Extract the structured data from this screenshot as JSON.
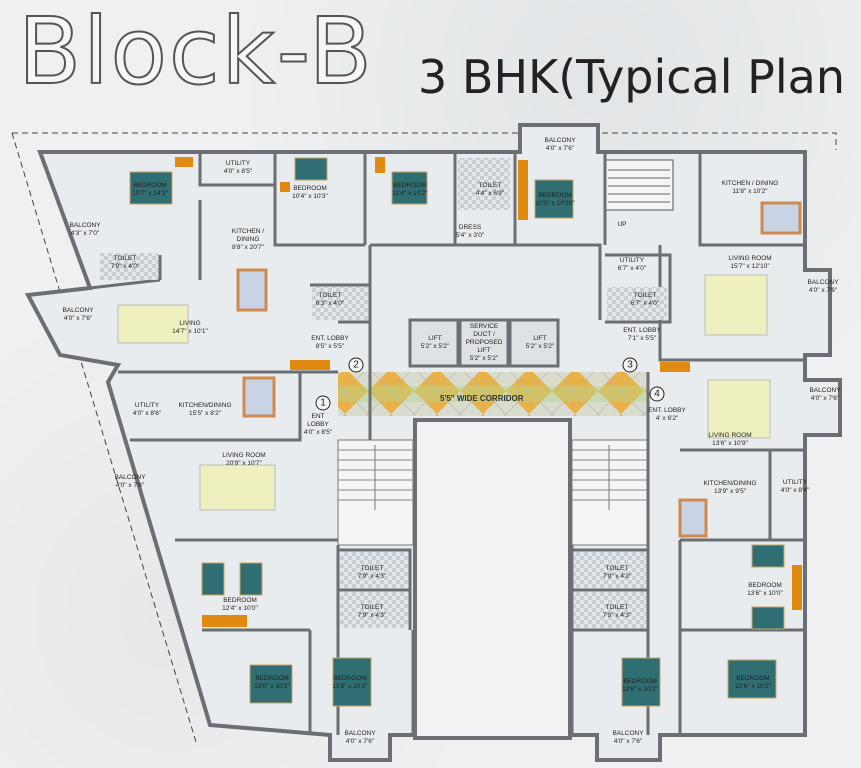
{
  "header": {
    "block_title": "Block-B",
    "plan_title": "3 BHK(Typical Plan"
  },
  "colors": {
    "wall": "#6b6e72",
    "floor": "#e9ecee",
    "bed": "#2f6f73",
    "wardrobe_accent": "#e08a10",
    "corridor_orange": "#e8b24a",
    "corridor_green": "#b6d48e"
  },
  "corridor": {
    "label": "5'5\" WIDE CORRIDOR"
  },
  "markers": [
    "1",
    "2",
    "3",
    "4"
  ],
  "rooms": [
    {
      "name": "BEDROOM",
      "size": "10'7\" x 14'3\""
    },
    {
      "name": "UTILITY",
      "size": "4'0\" x 8'5\""
    },
    {
      "name": "BEDROOM",
      "size": "10'4\" x 10'3\""
    },
    {
      "name": "BALCONY",
      "size": "4'3\" x 7'0\""
    },
    {
      "name": "KITCHEN /\nDINING",
      "size": "8'8\" x 20'7\""
    },
    {
      "name": "TOILET",
      "size": "7'9\" x 4'0\""
    },
    {
      "name": "BALCONY",
      "size": "4'0\" x 7'6\""
    },
    {
      "name": "LIVING",
      "size": "14'7\" x 10'1\""
    },
    {
      "name": "TOILET",
      "size": "6'3\" x 4'0\""
    },
    {
      "name": "ENT. LOBBY",
      "size": "8'5\" x 5'5\""
    },
    {
      "name": "BEDROOM",
      "size": "11'4\" x 10'2\""
    },
    {
      "name": "TOILET",
      "size": "4'4\" x 6'9\""
    },
    {
      "name": "DRESS",
      "size": "5'4\" x 3'0\""
    },
    {
      "name": "BALCONY",
      "size": "4'0\" x 7'6\""
    },
    {
      "name": "BEDROOM",
      "size": "10'0\" x 10'10\""
    },
    {
      "name": "UP",
      "size": ""
    },
    {
      "name": "KITCHEN / DINING",
      "size": "11'8\" x 10'2\""
    },
    {
      "name": "UTILITY",
      "size": "6'7\" x 4'0\""
    },
    {
      "name": "LIVING ROOM",
      "size": "15'7\" x 12'10\""
    },
    {
      "name": "BALCONY",
      "size": "4'0\" x 7'6\""
    },
    {
      "name": "TOILET",
      "size": "6'7\" x 4'0\""
    },
    {
      "name": "ENT. LOBBY",
      "size": "7'1\" x 5'5\""
    },
    {
      "name": "LIFT",
      "size": "5'2\" x 5'2\""
    },
    {
      "name": "SERVICE\nDUCT /\nPROPOSED\nLIFT",
      "size": "5'2\" x 5'2\""
    },
    {
      "name": "LIFT",
      "size": "5'2\" x 5'2\""
    },
    {
      "name": "UTILITY",
      "size": "4'0\" x 8'6\""
    },
    {
      "name": "KITCHEN/DINING",
      "size": "15'5\" x 8'2\""
    },
    {
      "name": "ENT\nLOBBY",
      "size": "4'0\" x 8'5\""
    },
    {
      "name": "LIVING ROOM",
      "size": "20'9\" x 10'7\""
    },
    {
      "name": "BALCONY",
      "size": "4'0\" x 7'6\""
    },
    {
      "name": "ENT. LOBBY",
      "size": "4' x 6'2\""
    },
    {
      "name": "LIVING ROOM",
      "size": "13'6\" x 10'9\""
    },
    {
      "name": "BALCONY",
      "size": "4'0\" x 7'6\""
    },
    {
      "name": "KITCHEN/DINING",
      "size": "13'9\" x 9'5\""
    },
    {
      "name": "UTILITY",
      "size": "4'0\" x 8'4\""
    },
    {
      "name": "BEDROOM",
      "size": "12'4\" x 10'0\""
    },
    {
      "name": "TOILET",
      "size": "7'9\" x 4'3\""
    },
    {
      "name": "TOILET",
      "size": "7'9\" x 4'3\""
    },
    {
      "name": "BEDROOM",
      "size": "10'0\" x 10'2\""
    },
    {
      "name": "BEDROOM",
      "size": "11'9\" x 10'2\""
    },
    {
      "name": "BALCONY",
      "size": "4'0\" x 7'6\""
    },
    {
      "name": "TOILET",
      "size": "7'9\" x 4'3\""
    },
    {
      "name": "TOILET",
      "size": "7'9\" x 4'3\""
    },
    {
      "name": "BEDROOM",
      "size": "13'6\" x 10'0\""
    },
    {
      "name": "BEDROOM",
      "size": "12'6\" x 10'2\""
    },
    {
      "name": "BEDROOM",
      "size": "12'6\" x 10'2\""
    },
    {
      "name": "BALCONY",
      "size": "4'0\" x 7'6\""
    }
  ]
}
